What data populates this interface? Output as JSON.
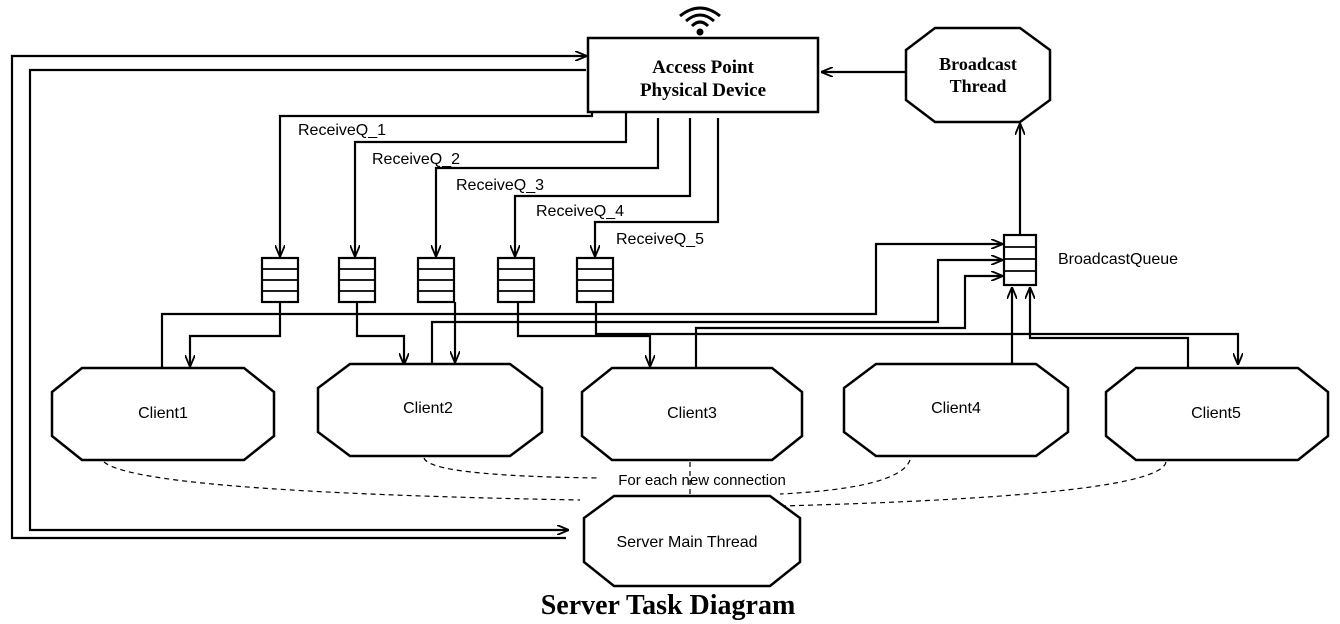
{
  "title": "Server Task Diagram",
  "icon": "wifi-icon",
  "access_point": {
    "line1": "Access Point",
    "line2": "Physical Device"
  },
  "broadcast_thread": {
    "line1": "Broadcast",
    "line2": "Thread"
  },
  "broadcast_queue": "BroadcastQueue",
  "receive_queues": [
    "ReceiveQ_1",
    "ReceiveQ_2",
    "ReceiveQ_3",
    "ReceiveQ_4",
    "ReceiveQ_5"
  ],
  "clients": [
    "Client1",
    "Client2",
    "Client3",
    "Client4",
    "Client5"
  ],
  "server_main_thread": "Server Main Thread",
  "connection_note": "For each new connection"
}
